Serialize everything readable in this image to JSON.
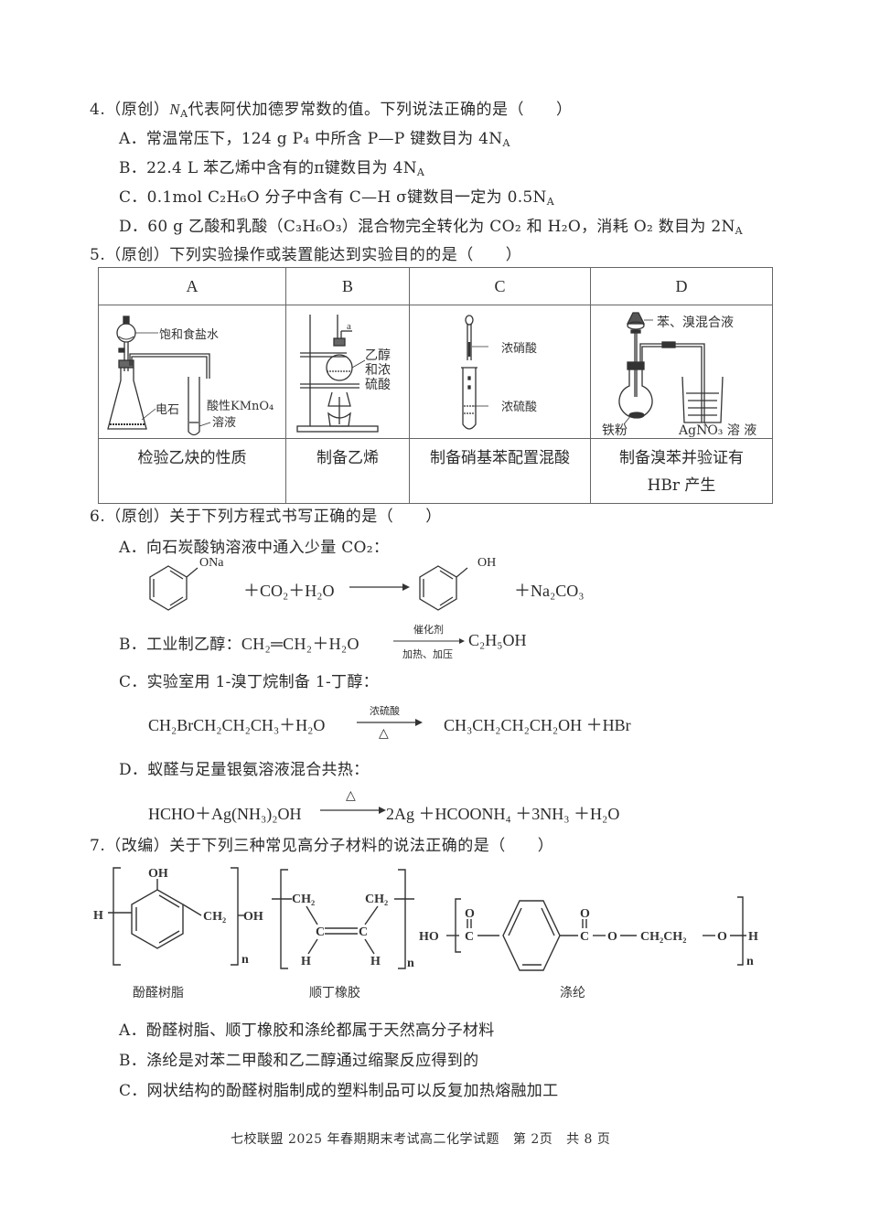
{
  "q4": {
    "stem_num": "4.",
    "stem_tag": "（原创）",
    "stem_na": "N",
    "stem_na_sub": "A",
    "stem_text": "代表阿伏加德罗常数的值。下列说法正确的是（　　）",
    "options": [
      {
        "label": "A．",
        "text": "常温常压下，124 g P₄ 中所含 P—P 键数目为 4N",
        "sub": "A"
      },
      {
        "label": "B．",
        "text": "22.4 L 苯乙烯中含有的π键数目为 4N",
        "sub": "A"
      },
      {
        "label": "C．",
        "text": "0.1mol C₂H₆O 分子中含有 C—H σ键数目一定为 0.5N",
        "sub": "A"
      },
      {
        "label": "D．",
        "text": "60 g 乙酸和乳酸（C₃H₆O₃）混合物完全转化为 CO₂ 和 H₂O，消耗 O₂ 数目为 2N",
        "sub": "A"
      }
    ]
  },
  "q5": {
    "stem": "5.（原创）下列实验操作或装置能达到实验目的的是（　　）",
    "table": {
      "headers": [
        "A",
        "B",
        "C",
        "D"
      ],
      "labels": {
        "A": [
          "饱和食盐水",
          "电石",
          "酸性KMnO₄",
          "溶液"
        ],
        "B": [
          "a",
          "乙醇",
          "和浓",
          "硫酸"
        ],
        "C": [
          "浓硝酸",
          "浓硫酸"
        ],
        "D": [
          "苯、溴混合液",
          "铁粉",
          "AgNO₃ 溶 液"
        ]
      },
      "captions": [
        "检验乙炔的性质",
        "制备乙烯",
        "制备硝基苯配置混酸",
        "制备溴苯并验证有",
        "HBr 产生"
      ]
    }
  },
  "q6": {
    "stem": "6.（原创）关于下列方程式书写正确的是（　　）",
    "A": {
      "label": "A．",
      "text": "向石炭酸钠溶液中通入少量 CO₂：",
      "reactant_group": "ONa",
      "middle": "＋CO₂＋H₂O",
      "product_group": "OH",
      "tail": "＋Na₂CO₃"
    },
    "B": {
      "label": "B．",
      "text": "工业制乙醇：",
      "lhs": "CH₂═CH₂＋H₂O",
      "cond_top": "催化剂",
      "cond_bottom": "加热、加压",
      "rhs": "C₂H₅OH"
    },
    "C": {
      "label": "C．",
      "text": "实验室用 1-溴丁烷制备 1-丁醇：",
      "lhs": "CH₂BrCH₂CH₂CH₃＋H₂O",
      "cond_top": "浓硫酸",
      "cond_bottom": "△",
      "rhs": "CH₃CH₂CH₂CH₂OH ＋HBr"
    },
    "D": {
      "label": "D．",
      "text": "蚁醛与足量银氨溶液混合共热：",
      "lhs": "HCHO＋Ag(NH₃)₂OH",
      "cond_top": "△",
      "rhs": "2Ag ＋HCOONH₄ ＋3NH₃ ＋H₂O"
    }
  },
  "q7": {
    "stem": "7.（改编）关于下列三种常见高分子材料的说法正确的是（　　）",
    "polymers": [
      {
        "name": "酚醛树脂",
        "groups": [
          "OH",
          "H",
          "CH₂",
          "OH",
          "n"
        ]
      },
      {
        "name": "顺丁橡胶",
        "groups": [
          "CH₂",
          "CH₂",
          "C",
          "C",
          "H",
          "H",
          "n"
        ]
      },
      {
        "name": "涤纶",
        "groups": [
          "HO",
          "O",
          "C",
          "O",
          "C",
          "O",
          "CH₂CH₂",
          "O",
          "H",
          "n"
        ]
      }
    ],
    "options": [
      {
        "label": "A．",
        "text": "酚醛树脂、顺丁橡胶和涤纶都属于天然高分子材料"
      },
      {
        "label": "B．",
        "text": "涤纶是对苯二甲酸和乙二醇通过缩聚反应得到的"
      },
      {
        "label": "C．",
        "text": "网状结构的酚醛树脂制成的塑料制品可以反复加热熔融加工"
      }
    ]
  },
  "footer": {
    "text": "七校联盟 2025 年春期期末考试高二化学试题",
    "page": "第 2页",
    "total": "共 8 页"
  }
}
